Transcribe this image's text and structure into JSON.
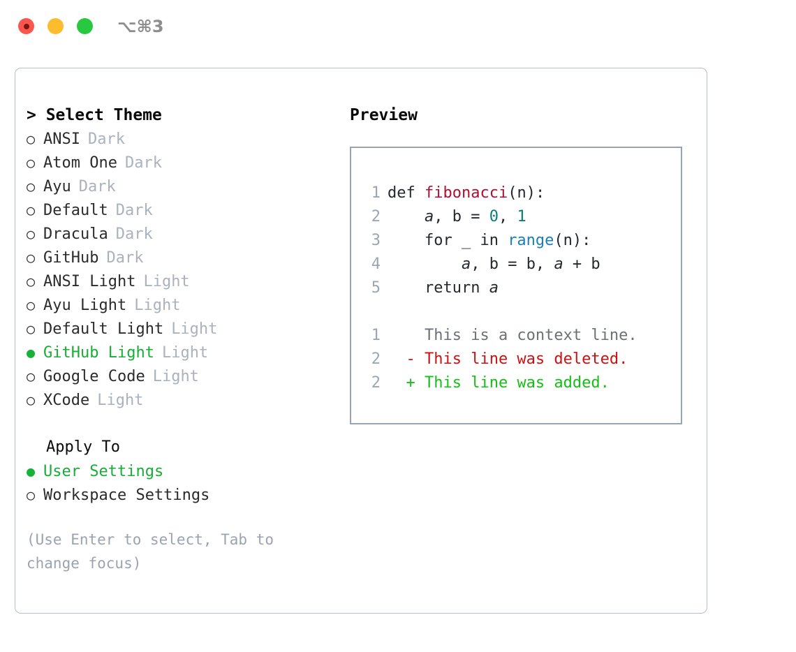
{
  "titlebar": {
    "shortcut": "⌥⌘3",
    "lights": [
      {
        "name": "close",
        "color": "#f9564f"
      },
      {
        "name": "minimize",
        "color": "#fbbd2e"
      },
      {
        "name": "zoom",
        "color": "#28c840"
      }
    ]
  },
  "theme_picker": {
    "caret": "> ",
    "heading": "Select Theme",
    "bullet_unselected": "○",
    "bullet_selected": "●",
    "items": [
      {
        "name": "ANSI",
        "variant": "Dark",
        "selected": false
      },
      {
        "name": "Atom One",
        "variant": "Dark",
        "selected": false
      },
      {
        "name": "Ayu",
        "variant": "Dark",
        "selected": false
      },
      {
        "name": "Default",
        "variant": "Dark",
        "selected": false
      },
      {
        "name": "Dracula",
        "variant": "Dark",
        "selected": false
      },
      {
        "name": "GitHub",
        "variant": "Dark",
        "selected": false
      },
      {
        "name": "ANSI Light",
        "variant": "Light",
        "selected": false
      },
      {
        "name": "Ayu Light",
        "variant": "Light",
        "selected": false
      },
      {
        "name": "Default Light",
        "variant": "Light",
        "selected": false
      },
      {
        "name": "GitHub Light",
        "variant": "Light",
        "selected": true
      },
      {
        "name": "Google Code",
        "variant": "Light",
        "selected": false
      },
      {
        "name": "XCode",
        "variant": "Light",
        "selected": false
      }
    ]
  },
  "apply_to": {
    "heading": "Apply To",
    "options": [
      {
        "label": "User Settings",
        "selected": true
      },
      {
        "label": "Workspace Settings",
        "selected": false
      }
    ]
  },
  "hint": "(Use Enter to select, Tab to change focus)",
  "preview": {
    "heading": "Preview",
    "code_lines": [
      {
        "num": "1",
        "tokens": [
          {
            "t": "def ",
            "c": "kw"
          },
          {
            "t": "fibonacci",
            "c": "fn"
          },
          {
            "t": "(n):",
            "c": "pl"
          }
        ]
      },
      {
        "num": "2",
        "tokens": [
          {
            "t": "    ",
            "c": "pl"
          },
          {
            "t": "a",
            "c": "var"
          },
          {
            "t": ", b = ",
            "c": "pl"
          },
          {
            "t": "0",
            "c": "num"
          },
          {
            "t": ", ",
            "c": "pl"
          },
          {
            "t": "1",
            "c": "num"
          }
        ]
      },
      {
        "num": "3",
        "tokens": [
          {
            "t": "    for _ in ",
            "c": "kw"
          },
          {
            "t": "range",
            "c": "blt"
          },
          {
            "t": "(n):",
            "c": "pl"
          }
        ]
      },
      {
        "num": "4",
        "tokens": [
          {
            "t": "        ",
            "c": "pl"
          },
          {
            "t": "a",
            "c": "var"
          },
          {
            "t": ", b = b, ",
            "c": "pl"
          },
          {
            "t": "a",
            "c": "var"
          },
          {
            "t": " + b",
            "c": "pl"
          }
        ]
      },
      {
        "num": "5",
        "tokens": [
          {
            "t": "    return ",
            "c": "kw"
          },
          {
            "t": "a",
            "c": "var"
          }
        ]
      }
    ],
    "diff_lines": [
      {
        "num": "1",
        "marker": "  ",
        "text": "This is a context line.",
        "kind": "d-ctx"
      },
      {
        "num": "2",
        "marker": "- ",
        "text": "This line was deleted.",
        "kind": "d-del"
      },
      {
        "num": "2",
        "marker": "+ ",
        "text": "This line was added.",
        "kind": "d-add"
      }
    ]
  },
  "colors": {
    "selected_green": "#17ae35",
    "muted": "#aab2bd",
    "hint": "#9aa3b2",
    "border": "#b6bec9",
    "preview_border": "#99a3b1",
    "linenum": "#9aa6b4",
    "fn_red": "#b01030",
    "num_teal": "#0a7d7d",
    "builtin_blue": "#1a7fb5",
    "diff_del": "#cc1111",
    "diff_add": "#14c014"
  }
}
